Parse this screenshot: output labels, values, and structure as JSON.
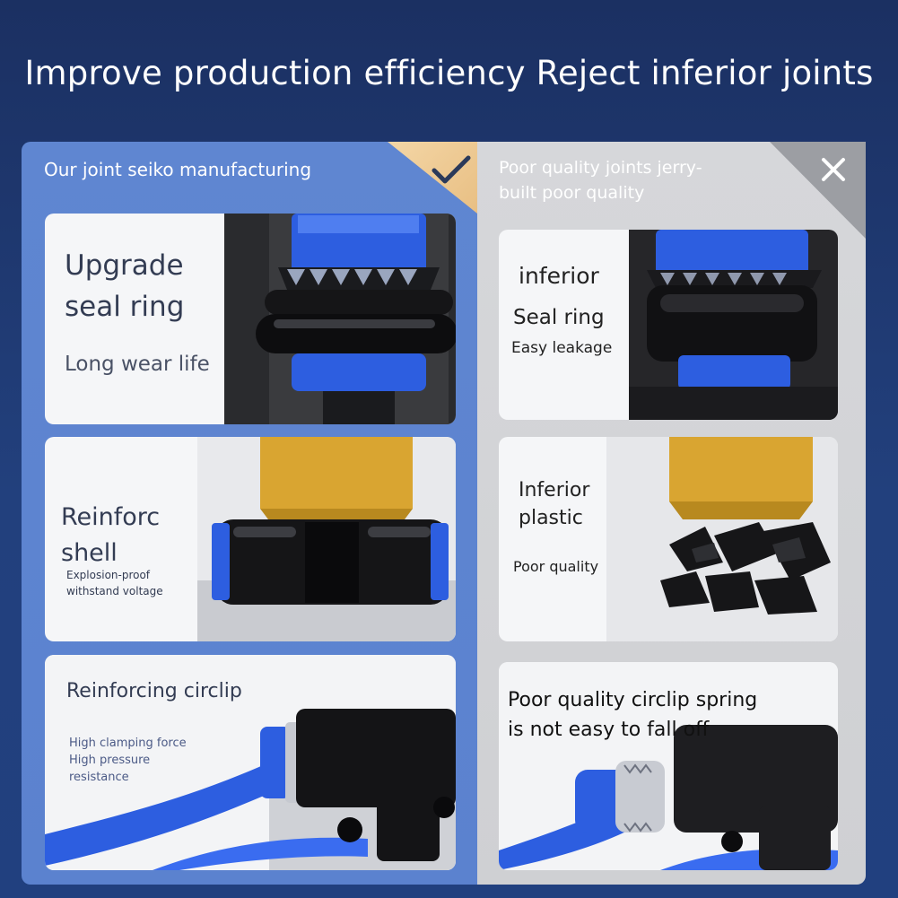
{
  "headline": "Improve production efficiency Reject inferior joints",
  "left_panel": {
    "title": "Our joint seiko manufacturing",
    "cards": [
      {
        "line1": "Upgrade",
        "line2": "seal ring",
        "sub": "Long wear life"
      },
      {
        "line1": "Reinforc",
        "line2": "shell",
        "sub1": "Explosion-proof",
        "sub2": "withstand voltage"
      },
      {
        "title": "Reinforcing circlip",
        "sub1": "High clamping force",
        "sub2": "High pressure",
        "sub3": "resistance"
      }
    ]
  },
  "right_panel": {
    "title_line1": "Poor quality joints jerry-",
    "title_line2": "built poor quality",
    "cards": [
      {
        "line1": "inferior",
        "line2": "Seal ring",
        "sub": "Easy leakage"
      },
      {
        "line1": "Inferior",
        "line2": "plastic",
        "sub": "Poor quality"
      },
      {
        "line1": "Poor quality circlip spring",
        "line2": "is not easy to fall off"
      }
    ]
  },
  "icons": {
    "good": "checkmark-icon",
    "bad": "close-x-icon"
  },
  "colors": {
    "accent_blue": "#2e57d8",
    "panel_blue": "#5b82cf",
    "panel_gray": "#d3d4d7",
    "gold": "#d9a531"
  }
}
